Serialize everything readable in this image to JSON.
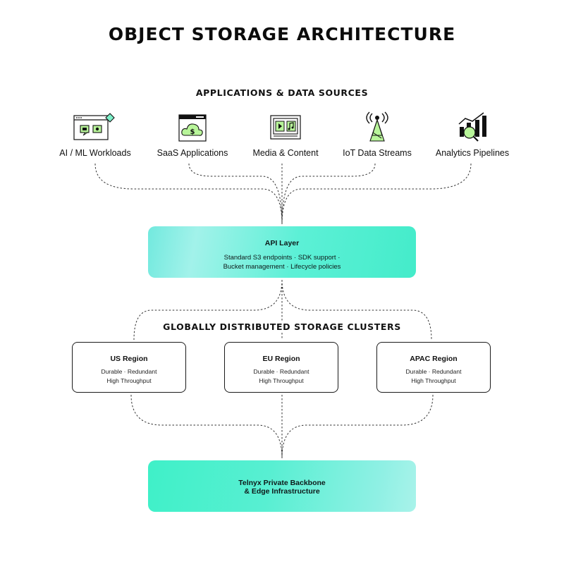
{
  "title": "OBJECT STORAGE ARCHITECTURE",
  "sources_heading": "APPLICATIONS & DATA SOURCES",
  "sources": [
    {
      "label": "AI / ML Workloads",
      "icon": "ai-ml-icon"
    },
    {
      "label": "SaaS Applications",
      "icon": "saas-cloud-dollar-icon"
    },
    {
      "label": "Media & Content",
      "icon": "media-player-icon"
    },
    {
      "label": "IoT Data Streams",
      "icon": "iot-tower-icon"
    },
    {
      "label": "Analytics Pipelines",
      "icon": "analytics-chart-icon"
    }
  ],
  "api_layer": {
    "title": "API Layer",
    "line1": "Standard S3 endpoints · SDK support ·",
    "line2": "Bucket management · Lifecycle policies"
  },
  "clusters_heading": "GLOBALLY DISTRIBUTED STORAGE CLUSTERS",
  "regions": [
    {
      "name": "US Region",
      "line1": "Durable · Redundant",
      "line2": "High Throughput"
    },
    {
      "name": "EU Region",
      "line1": "Durable · Redundant",
      "line2": "High Throughput"
    },
    {
      "name": "APAC Region",
      "line1": "Durable · Redundant",
      "line2": "High Throughput"
    }
  ],
  "backbone": {
    "line1": "Telnyx Private Backbone",
    "line2": "& Edge Infrastructure"
  },
  "colors": {
    "accent": "#4cefcf",
    "accent_light": "#a4f2ea",
    "icon_green": "#b8f59a",
    "ink": "#111111"
  }
}
